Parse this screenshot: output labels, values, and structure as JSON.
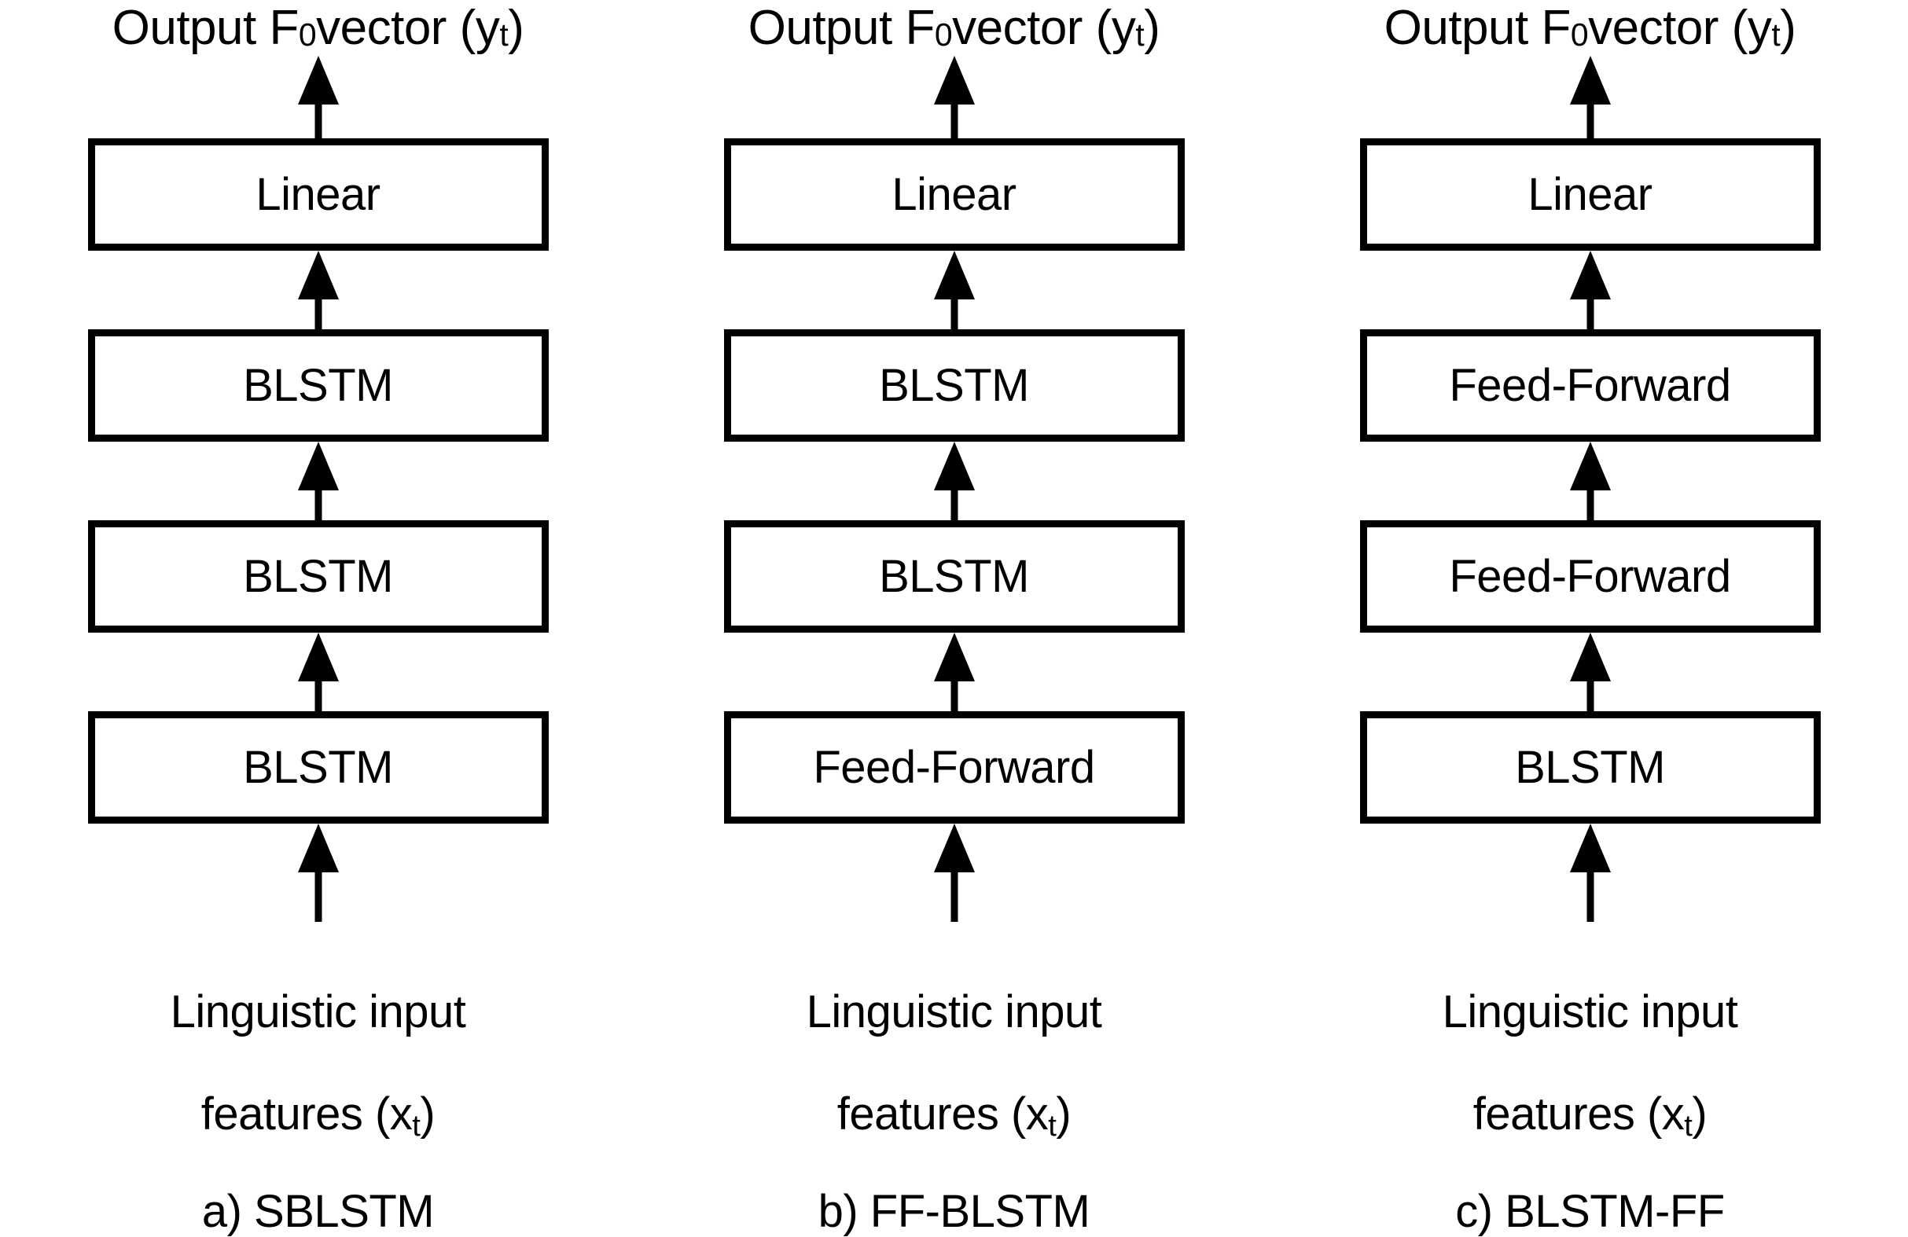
{
  "figure": {
    "background_color": "#ffffff",
    "stroke_color": "#000000",
    "output_label_prefix": "Output F",
    "output_label_sub": "0",
    "output_label_suffix": " vector (y",
    "output_label_var_sub": "t",
    "output_label_end": ")",
    "input_label_line1": "Linguistic input",
    "input_label_line2_prefix": "features (x",
    "input_label_line2_sub": "t",
    "input_label_line2_end": ")"
  },
  "chart_data": {
    "type": "diagram",
    "title": "Three F0 modelling network architectures",
    "columns": [
      {
        "id": "a",
        "caption": "a) SBLSTM",
        "output_label": "Output F0 vector (yt)",
        "input_label": "Linguistic input features (xt)",
        "layers": [
          "Linear",
          "BLSTM",
          "BLSTM",
          "BLSTM"
        ]
      },
      {
        "id": "b",
        "caption": "b) FF-BLSTM",
        "output_label": "Output F0 vector (yt)",
        "input_label": "Linguistic input features (xt)",
        "layers": [
          "Linear",
          "BLSTM",
          "BLSTM",
          "Feed-Forward"
        ]
      },
      {
        "id": "c",
        "caption": "c) BLSTM-FF",
        "output_label": "Output F0 vector (yt)",
        "input_label": "Linguistic input features (xt)",
        "layers": [
          "Linear",
          "Feed-Forward",
          "Feed-Forward",
          "BLSTM"
        ]
      }
    ]
  },
  "columns": [
    {
      "caption": "a) SBLSTM",
      "layer0": "Linear",
      "layer1": "BLSTM",
      "layer2": "BLSTM",
      "layer3": "BLSTM"
    },
    {
      "caption": "b) FF-BLSTM",
      "layer0": "Linear",
      "layer1": "BLSTM",
      "layer2": "BLSTM",
      "layer3": "Feed-Forward"
    },
    {
      "caption": "c) BLSTM-FF",
      "layer0": "Linear",
      "layer1": "Feed-Forward",
      "layer2": "Feed-Forward",
      "layer3": "BLSTM"
    }
  ]
}
